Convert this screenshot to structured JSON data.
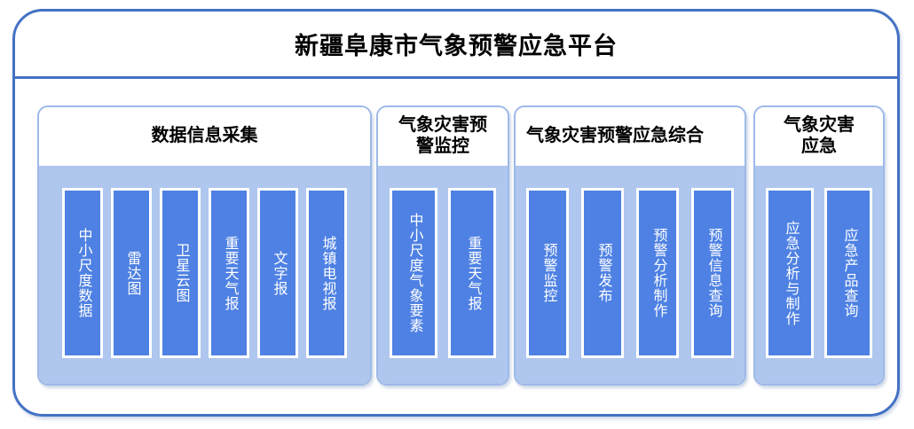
{
  "app": {
    "title": "新疆阜康市气象预警应急平台",
    "accent_color": "#4472C4",
    "panel_border_color": "#9DB9E8",
    "panel_body_color": "#AFC6EE",
    "item_color": "#4E81E3",
    "item_text_color": "#FFFFFF"
  },
  "panels": [
    {
      "title": "数据信息采集",
      "items": [
        {
          "label": "中小尺度数据"
        },
        {
          "label": "雷达图"
        },
        {
          "label": "卫星云图"
        },
        {
          "label": "重要天气报"
        },
        {
          "label": "文字报"
        },
        {
          "label": "城镇电视报"
        }
      ]
    },
    {
      "title": "气象灾害预\n警监控",
      "items": [
        {
          "label": "中小尺度气象要素"
        },
        {
          "label": "重要天气报"
        }
      ]
    },
    {
      "title": "气象灾害预警应急综合",
      "items": [
        {
          "label": "预警监控"
        },
        {
          "label": "预警发布"
        },
        {
          "label": "预警分析制作"
        },
        {
          "label": "预警信息查询"
        }
      ]
    },
    {
      "title": "气象灾害\n应急",
      "items": [
        {
          "label": "应急分析与制作"
        },
        {
          "label": "应急产品查询"
        }
      ]
    }
  ]
}
